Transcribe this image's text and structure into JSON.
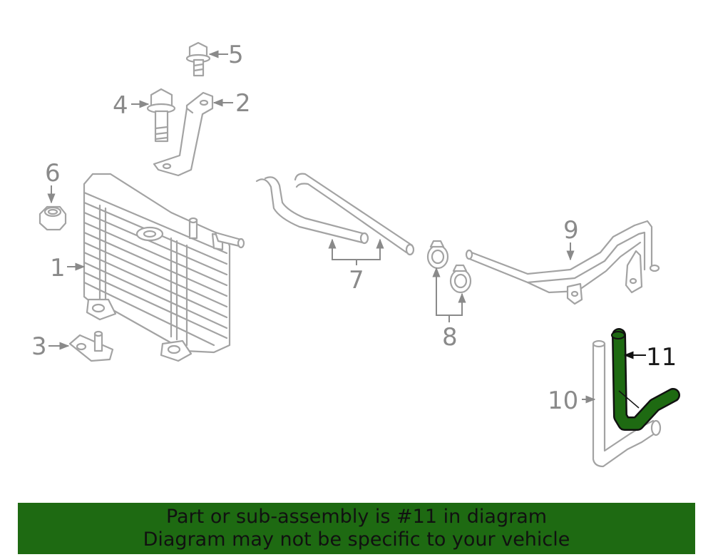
{
  "callouts": {
    "c1": "1",
    "c2": "2",
    "c3": "3",
    "c4": "4",
    "c5": "5",
    "c6": "6",
    "c7": "7",
    "c8": "8",
    "c9": "9",
    "c10": "10",
    "c11": "11"
  },
  "highlight_part": "11",
  "colors": {
    "highlight": "#1e6a12",
    "line_art": "#a3a3a3",
    "banner_bg": "#1e6a12"
  },
  "banner": {
    "line1": "Part or sub-assembly is #11 in diagram",
    "line2": "Diagram may not be specific to your vehicle"
  }
}
